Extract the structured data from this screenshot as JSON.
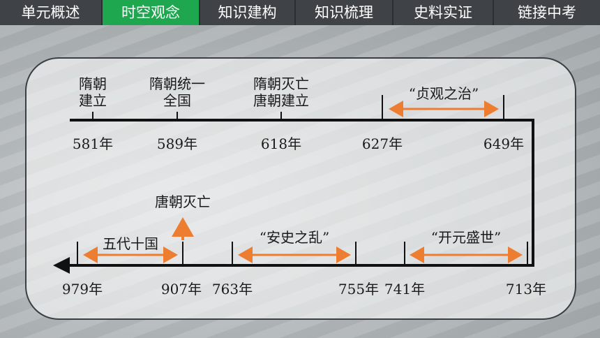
{
  "nav": {
    "tabs": [
      {
        "label": "单元概述",
        "active": false
      },
      {
        "label": "时空观念",
        "active": true
      },
      {
        "label": "知识建构",
        "active": false
      },
      {
        "label": "知识梳理",
        "active": false
      },
      {
        "label": "史料实证",
        "active": false
      },
      {
        "label": "链接中考",
        "active": false
      }
    ]
  },
  "timeline": {
    "top": {
      "events": [
        {
          "line1": "隋朝",
          "line2": "建立"
        },
        {
          "line1": "隋朝统一",
          "line2": "全国"
        },
        {
          "line1": "隋朝灭亡",
          "line2": "唐朝建立"
        }
      ],
      "years": [
        "581年",
        "589年",
        "618年",
        "627年",
        "649年"
      ],
      "periods": [
        {
          "label": "“贞观之治”"
        }
      ]
    },
    "bottom": {
      "years": [
        "979年",
        "907年",
        "763年",
        "755年",
        "741年",
        "713年"
      ],
      "periods": [
        {
          "label": "五代十国"
        },
        {
          "label": "“安史之乱”"
        },
        {
          "label": "“开元盛世”"
        }
      ],
      "event": {
        "label": "唐朝灭亡"
      }
    }
  },
  "colors": {
    "accent": "#ed7d31",
    "line": "#111111",
    "nav_bg": "#3f4347",
    "nav_active": "#1fa750"
  }
}
